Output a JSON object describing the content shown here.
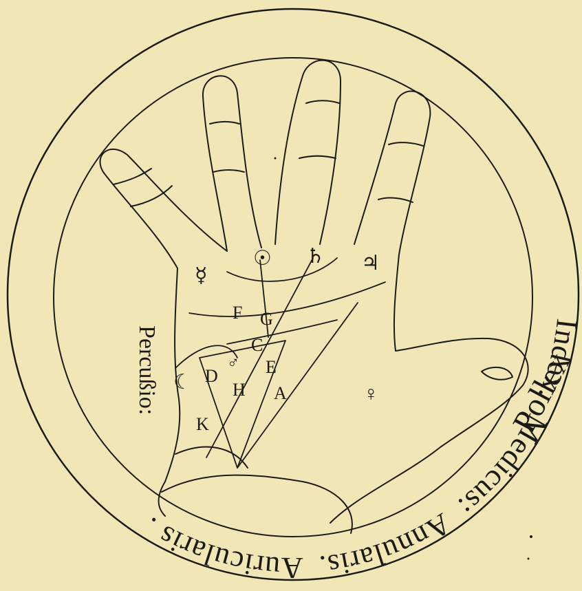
{
  "colors": {
    "paper": "#f1e6b6",
    "ink": "#1c1a16"
  },
  "rim": {
    "index": "Index.",
    "medicus": "Medicus:",
    "annularis": "Annularis.",
    "auricularis": "Auricularis ."
  },
  "pollex": "Pollex",
  "percussio": "Percußio:",
  "planets": {
    "sun": "☉",
    "saturn": "♄",
    "jupiter": "♃",
    "mercury": "☿",
    "mars": "♂",
    "moon": "☾",
    "venus": "♀"
  },
  "letters": {
    "F": "F",
    "G": "G",
    "C": "C",
    "D": "D",
    "H": "H",
    "E": "E",
    "A": "A",
    "K": "K"
  }
}
